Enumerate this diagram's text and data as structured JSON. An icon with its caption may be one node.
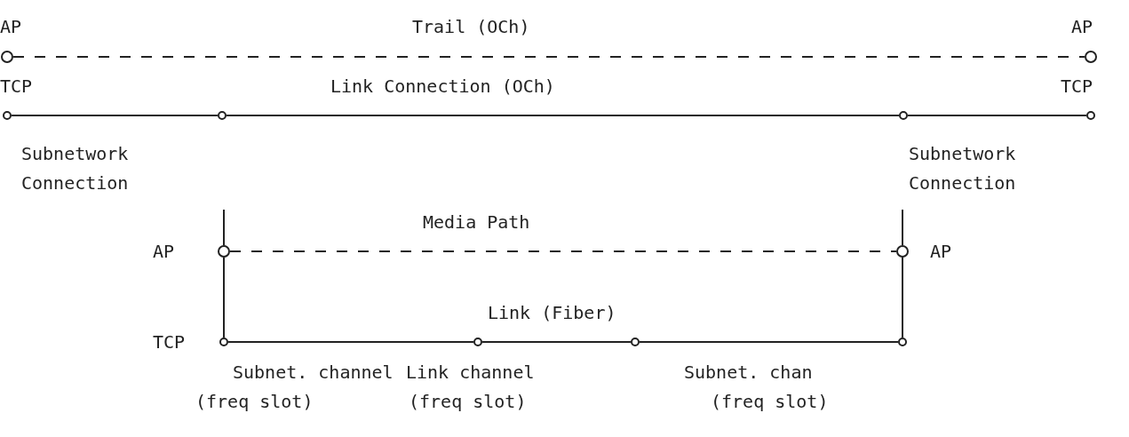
{
  "diagram": {
    "nodes": [
      {
        "text": [],
        "shape": "circle"
      },
      {
        "text": [],
        "shape": "circle"
      },
      {
        "text": [],
        "shape": "circle"
      },
      {
        "text": [],
        "shape": "circle"
      },
      {
        "text": [],
        "shape": "circle"
      },
      {
        "text": [],
        "shape": "circle"
      },
      {
        "text": [],
        "shape": "circle"
      },
      {
        "text": [],
        "shape": "circle"
      },
      {
        "text": [],
        "shape": "circle"
      },
      {
        "text": [],
        "shape": "circle"
      },
      {
        "text": [],
        "shape": "circle"
      },
      {
        "text": [],
        "shape": "circle"
      }
    ],
    "edges": [
      {
        "from": 0,
        "to": 1,
        "arrow": "none",
        "style": "dashed"
      },
      {
        "from": 2,
        "to": 3,
        "arrow": "none"
      },
      {
        "from": 3,
        "to": 4,
        "arrow": "none"
      },
      {
        "from": 4,
        "to": 5,
        "arrow": "none"
      },
      {
        "from": null,
        "to": 6,
        "arrow": "none"
      },
      {
        "from": null,
        "to": 7,
        "arrow": "none"
      },
      {
        "from": 6,
        "to": 7,
        "arrow": "none",
        "style": "dashed"
      },
      {
        "from": 6,
        "to": 8,
        "arrow": "none"
      },
      {
        "from": 7,
        "to": 11,
        "arrow": "none"
      },
      {
        "from": 8,
        "to": 9,
        "arrow": "none"
      },
      {
        "from": 9,
        "to": 10,
        "arrow": "none"
      },
      {
        "from": 10,
        "to": 11,
        "arrow": "none"
      }
    ],
    "labels": [
      "AP",
      "Trail (OCh)",
      "AP",
      "TCP",
      "Link Connection (OCh)",
      "TCP",
      "Subnetwork Connection",
      "Subnetwork Connection",
      "Media Path",
      "AP",
      "AP",
      "Link (Fiber)",
      "TCP",
      "Subnet. channel",
      "Link channel",
      "Subnet. chan",
      "(freq slot)",
      "(freq slot)",
      "(freq slot)"
    ]
  }
}
